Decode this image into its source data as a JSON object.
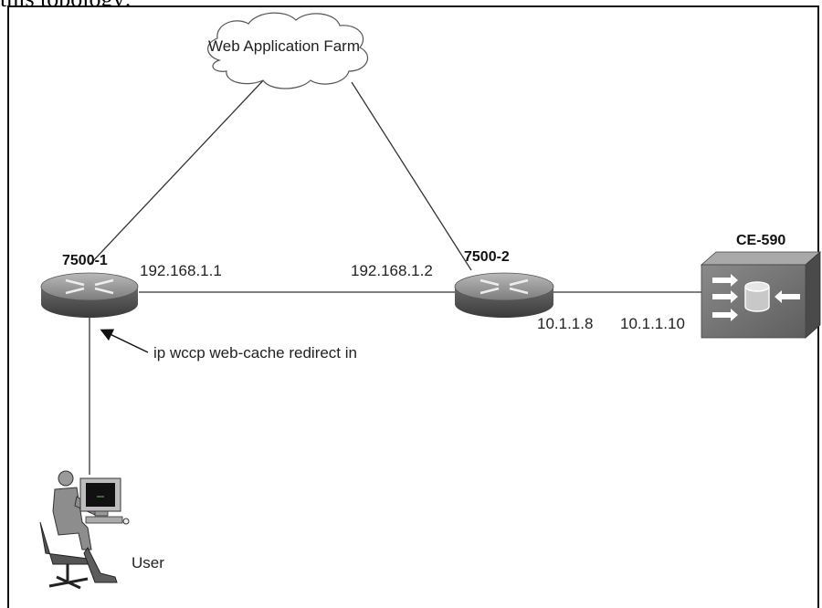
{
  "caption_fragment": "this topology:",
  "cloud": {
    "label": "Web Application Farm"
  },
  "routers": [
    {
      "name": "7500-1",
      "ip": "192.168.1.1"
    },
    {
      "name": "7500-2",
      "ip": "192.168.1.2",
      "ip_to_cache": "10.1.1.8"
    }
  ],
  "cache_engine": {
    "name": "CE-590",
    "ip": "10.1.1.10"
  },
  "annotation": "ip wccp web-cache redirect in",
  "user": {
    "label": "User"
  }
}
